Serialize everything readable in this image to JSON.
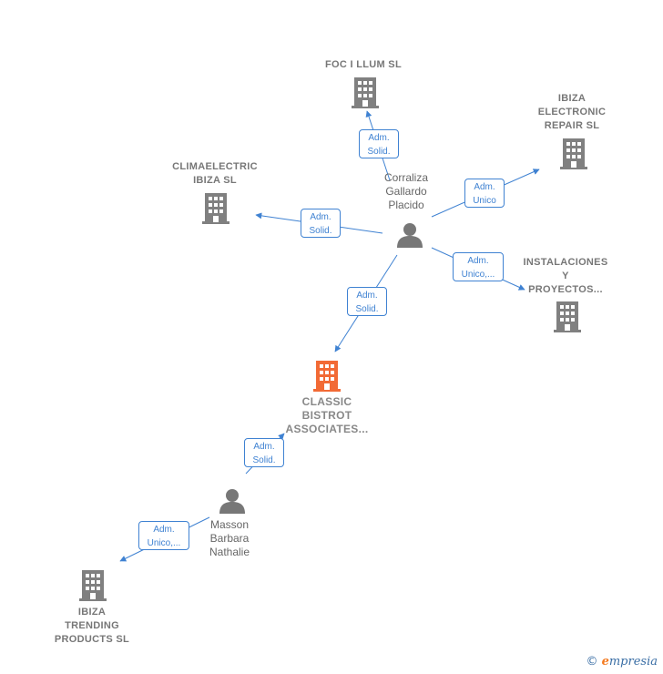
{
  "companies": {
    "foc": {
      "name": "FOC I LLUM SL"
    },
    "ibiza_electronic": {
      "line1": "IBIZA",
      "line2": "ELECTRONIC",
      "line3": "REPAIR  SL"
    },
    "climaelectric": {
      "line1": "CLIMAELECTRIC",
      "line2": "IBIZA SL"
    },
    "instalaciones": {
      "line1": "INSTALACIONES",
      "line2": "Y",
      "line3": "PROYECTOS..."
    },
    "classic": {
      "line1": "CLASSIC",
      "line2": "BISTROT",
      "line3": "ASSOCIATES..."
    },
    "ibiza_trending": {
      "line1": "IBIZA",
      "line2": "TRENDING",
      "line3": "PRODUCTS  SL"
    }
  },
  "persons": {
    "corraliza": {
      "line1": "Corraliza",
      "line2": "Gallardo",
      "line3": "Placido"
    },
    "masson": {
      "line1": "Masson",
      "line2": "Barbara",
      "line3": "Nathalie"
    }
  },
  "edges": {
    "to_foc": {
      "l1": "Adm.",
      "l2": "Solid."
    },
    "to_ibiza_electronic": {
      "l1": "Adm.",
      "l2": "Unico"
    },
    "to_climaelectric": {
      "l1": "Adm.",
      "l2": "Solid."
    },
    "to_instalaciones": {
      "l1": "Adm.",
      "l2": "Unico,..."
    },
    "to_classic": {
      "l1": "Adm.",
      "l2": "Solid."
    },
    "masson_to_classic": {
      "l1": "Adm.",
      "l2": "Solid."
    },
    "masson_to_trending": {
      "l1": "Adm.",
      "l2": "Unico,..."
    }
  },
  "colors": {
    "edge": "#3f82d2",
    "building": "#808080",
    "main_building": "#f26a35",
    "person": "#777777"
  },
  "footer": {
    "copyright": "©",
    "brand_first": "e",
    "brand_rest": "mpresia"
  }
}
